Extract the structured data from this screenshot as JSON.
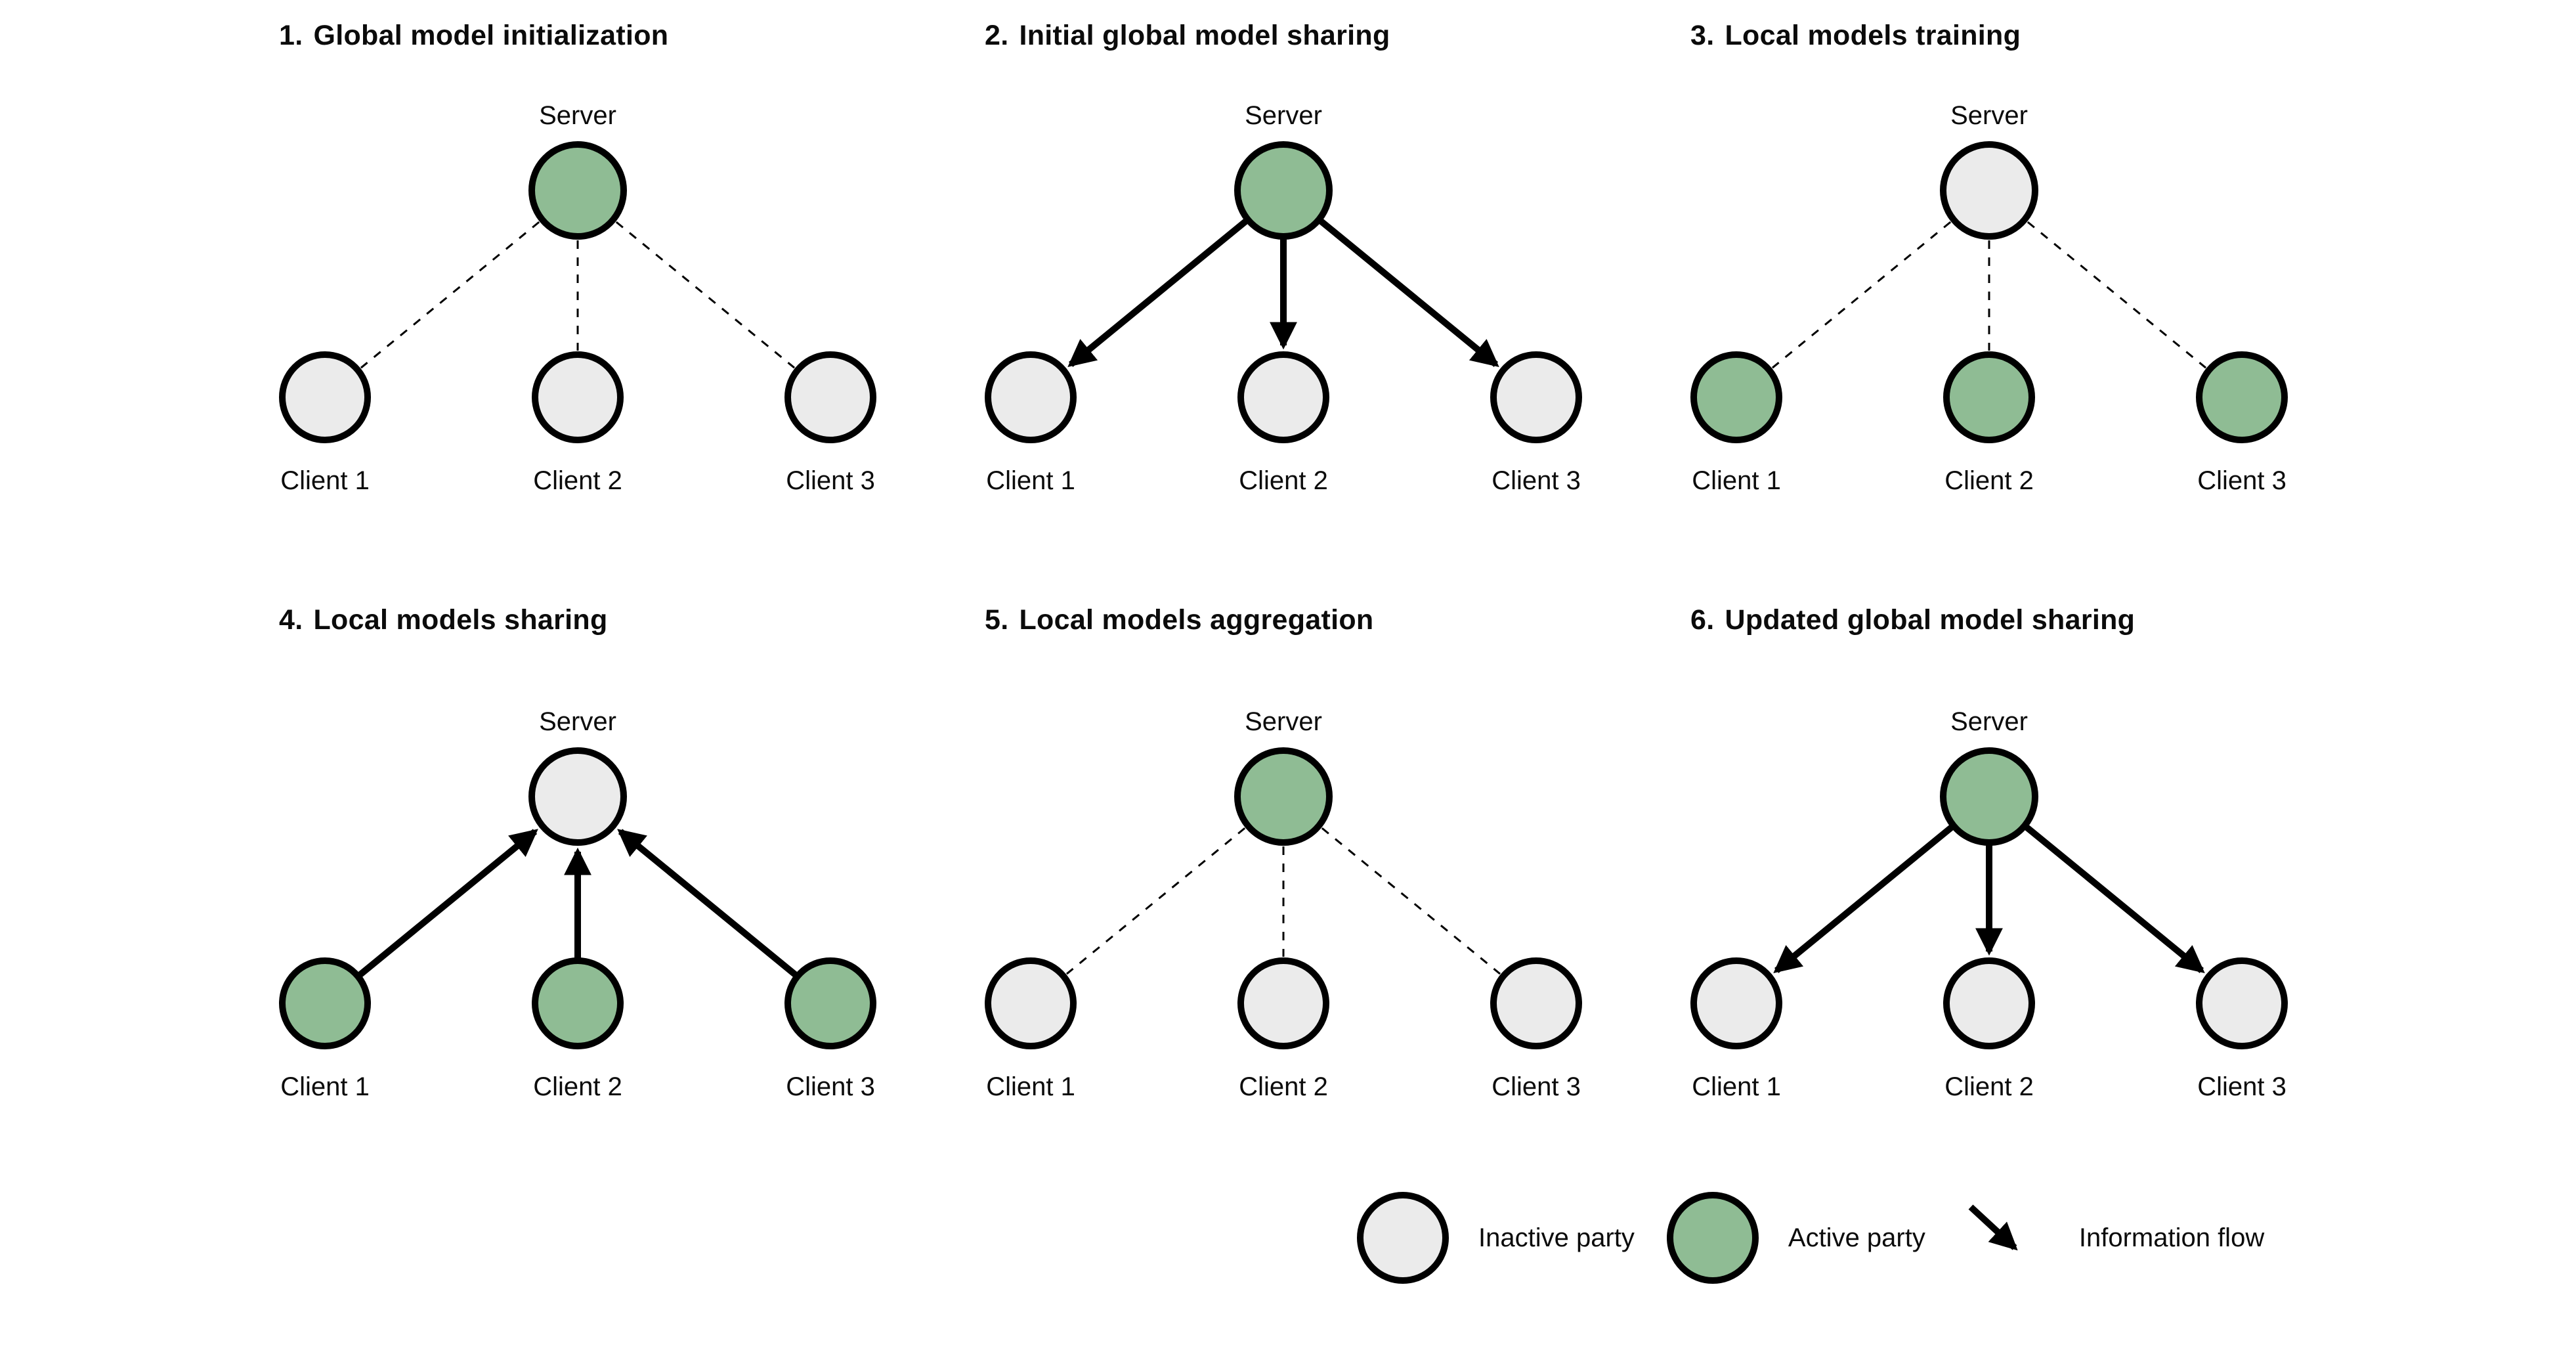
{
  "colors": {
    "active": "#8FBC94",
    "inactive": "#EBEBEB",
    "stroke": "#000000",
    "background": "#FFFFFF"
  },
  "panels": [
    {
      "number": "1.",
      "title": "Global model initialization",
      "flow": "none",
      "server": {
        "label": "Server",
        "state": "active",
        "fill": "#8FBC94"
      },
      "clients": [
        {
          "label": "Client 1",
          "state": "inactive",
          "fill": "#EBEBEB"
        },
        {
          "label": "Client 2",
          "state": "inactive",
          "fill": "#EBEBEB"
        },
        {
          "label": "Client 3",
          "state": "inactive",
          "fill": "#EBEBEB"
        }
      ]
    },
    {
      "number": "2.",
      "title": "Initial global model sharing",
      "flow": "down",
      "server": {
        "label": "Server",
        "state": "active",
        "fill": "#8FBC94"
      },
      "clients": [
        {
          "label": "Client 1",
          "state": "inactive",
          "fill": "#EBEBEB"
        },
        {
          "label": "Client 2",
          "state": "inactive",
          "fill": "#EBEBEB"
        },
        {
          "label": "Client 3",
          "state": "inactive",
          "fill": "#EBEBEB"
        }
      ]
    },
    {
      "number": "3.",
      "title": "Local models training",
      "flow": "none",
      "server": {
        "label": "Server",
        "state": "inactive",
        "fill": "#EBEBEB"
      },
      "clients": [
        {
          "label": "Client 1",
          "state": "active",
          "fill": "#8FBC94"
        },
        {
          "label": "Client 2",
          "state": "active",
          "fill": "#8FBC94"
        },
        {
          "label": "Client 3",
          "state": "active",
          "fill": "#8FBC94"
        }
      ]
    },
    {
      "number": "4.",
      "title": "Local models sharing",
      "flow": "up",
      "server": {
        "label": "Server",
        "state": "inactive",
        "fill": "#EBEBEB"
      },
      "clients": [
        {
          "label": "Client 1",
          "state": "active",
          "fill": "#8FBC94"
        },
        {
          "label": "Client 2",
          "state": "active",
          "fill": "#8FBC94"
        },
        {
          "label": "Client 3",
          "state": "active",
          "fill": "#8FBC94"
        }
      ]
    },
    {
      "number": "5.",
      "title": "Local models aggregation",
      "flow": "none",
      "server": {
        "label": "Server",
        "state": "active",
        "fill": "#8FBC94"
      },
      "clients": [
        {
          "label": "Client 1",
          "state": "inactive",
          "fill": "#EBEBEB"
        },
        {
          "label": "Client 2",
          "state": "inactive",
          "fill": "#EBEBEB"
        },
        {
          "label": "Client 3",
          "state": "inactive",
          "fill": "#EBEBEB"
        }
      ]
    },
    {
      "number": "6.",
      "title": "Updated global model sharing",
      "flow": "down",
      "server": {
        "label": "Server",
        "state": "active",
        "fill": "#8FBC94"
      },
      "clients": [
        {
          "label": "Client 1",
          "state": "inactive",
          "fill": "#EBEBEB"
        },
        {
          "label": "Client 2",
          "state": "inactive",
          "fill": "#EBEBEB"
        },
        {
          "label": "Client 3",
          "state": "inactive",
          "fill": "#EBEBEB"
        }
      ]
    }
  ],
  "legend": {
    "inactive_label": "Inactive party",
    "active_label": "Active party",
    "flow_label": "Information flow"
  }
}
